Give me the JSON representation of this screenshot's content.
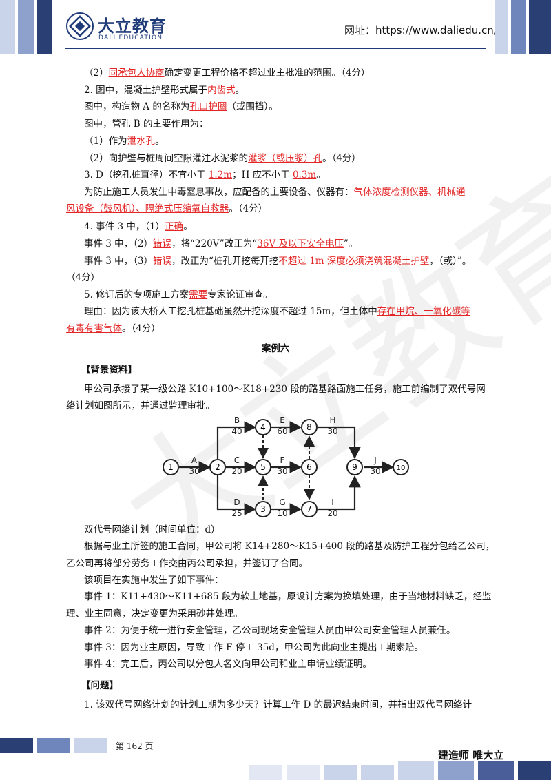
{
  "header": {
    "brand_cn": "大立教育",
    "brand_en": "DALI EDUCATION",
    "website": "网址：https://www.daliedu.cn/"
  },
  "lines": [
    {
      "parts": [
        {
          "t": "（2）"
        },
        {
          "t": "同承包人协商",
          "r": true
        },
        {
          "t": "确定变更工程价格不超过业主批准的范围。（4分）"
        }
      ]
    },
    {
      "parts": [
        {
          "t": "2. 图中，混凝土护壁形式属于"
        },
        {
          "t": "内齿式",
          "r": true
        },
        {
          "t": "。"
        }
      ]
    },
    {
      "parts": [
        {
          "t": "图中，构造物 A 的名称为"
        },
        {
          "t": "孔口护圈",
          "r": true
        },
        {
          "t": "（或围挡）。"
        }
      ]
    },
    {
      "parts": [
        {
          "t": "图中，管孔 B 的主要作用为："
        }
      ]
    },
    {
      "parts": [
        {
          "t": "（1）作为"
        },
        {
          "t": "泄水孔",
          "r": true
        },
        {
          "t": "。"
        }
      ]
    },
    {
      "parts": [
        {
          "t": "（2）向护壁与桩周间空隙灌注水泥浆的"
        },
        {
          "t": "灌浆（或压浆）孔",
          "r": true
        },
        {
          "t": "。（4分）"
        }
      ]
    },
    {
      "parts": [
        {
          "t": "3. D（挖孔桩直径）不宜小于 "
        },
        {
          "t": "1.2m",
          "r": true
        },
        {
          "t": "；H 应不小于 "
        },
        {
          "t": "0.3m",
          "r": true
        },
        {
          "t": "。"
        }
      ]
    },
    {
      "parts": [
        {
          "t": "为防止施工人员发生中毒窒息事故，应配备的主要设备、仪器有："
        },
        {
          "t": "气体浓度检测仪器、机械通",
          "r": true
        }
      ]
    },
    {
      "parts": [
        {
          "t": "风设备（鼓风机）、隔绝式压缩氧自救器",
          "r": true
        },
        {
          "t": "。（4分）"
        }
      ]
    },
    {
      "parts": [
        {
          "t": "4. 事件 3 中，（1）"
        },
        {
          "t": "正确",
          "r": true
        },
        {
          "t": "。"
        }
      ]
    },
    {
      "parts": [
        {
          "t": "事件 3 中，（2）"
        },
        {
          "t": "错误",
          "r": true
        },
        {
          "t": "，将“220V”改正为“"
        },
        {
          "t": "36V 及以下安全电压",
          "r": true
        },
        {
          "t": "”。"
        }
      ]
    },
    {
      "parts": [
        {
          "t": "事件 3 中，（3）"
        },
        {
          "t": "错误",
          "r": true
        },
        {
          "t": "，改正为“桩孔开挖每开挖"
        },
        {
          "t": "不超过 1m 深度必须浇筑混凝土护壁",
          "r": true
        },
        {
          "t": "，（或）”。"
        }
      ]
    },
    {
      "parts": [
        {
          "t": "（4分）"
        }
      ]
    },
    {
      "parts": [
        {
          "t": "5. 修订后的专项施工方案"
        },
        {
          "t": "需要",
          "r": true
        },
        {
          "t": "专家论证审查。"
        }
      ]
    },
    {
      "parts": [
        {
          "t": "理由：因为该大桥人工挖孔桩基础虽然开挖深度不超过 15m，但土体中"
        },
        {
          "t": "存在甲烷、一氧化碳等",
          "r": true
        }
      ]
    },
    {
      "parts": [
        {
          "t": "有毒有害气体",
          "r": true
        },
        {
          "t": "。（4分）"
        }
      ]
    }
  ],
  "case_title": "案例六",
  "background_heading": "【背景资料】",
  "bg_lines": [
    "甲公司承接了某一级公路 K10+100～K18+230 段的路基路面施工任务，施工前编制了双代号网",
    "络计划如图所示，并通过监理审批。"
  ],
  "network": {
    "nodes": [
      "1",
      "2",
      "3",
      "4",
      "5",
      "6",
      "7",
      "8",
      "9",
      "10"
    ],
    "activities": [
      {
        "name": "A",
        "duration": "30"
      },
      {
        "name": "B",
        "duration": "40"
      },
      {
        "name": "C",
        "duration": "20"
      },
      {
        "name": "D",
        "duration": "25"
      },
      {
        "name": "E",
        "duration": "60"
      },
      {
        "name": "F",
        "duration": "30"
      },
      {
        "name": "G",
        "duration": "10"
      },
      {
        "name": "H",
        "duration": "30"
      },
      {
        "name": "I",
        "duration": "20"
      },
      {
        "name": "J",
        "duration": "30"
      }
    ],
    "caption": "双代号网络计划（时间单位：d）"
  },
  "after_lines": [
    "根据与业主所签的施工合同，甲公司将 K14+280～K15+400 段的路基及防护工程分包给乙公司，",
    "乙公司再将部分劳务工作交由丙公司承担，并签订了合同。",
    "该项目在实施中发生了如下事件：",
    "事件 1：K11+430～K11+685 段为软土地基，原设计方案为换填处理，由于当地材料缺乏，经监",
    "理、业主同意，决定变更为采用砂井处理。",
    "事件 2：为便于统一进行安全管理，乙公司现场安全管理人员由甲公司安全管理人员兼任。",
    "事件 3：因为业主原因，导致工作 F 停工 35d，甲公司为此向业主提出工期索赔。",
    "事件 4：完工后，丙公司以分包人名义向甲公司和业主申请业绩证明。"
  ],
  "question_heading": "【问题】",
  "question_line": "1. 该双代号网络计划的计划工期为多少天？计算工作 D 的最迟结束时间，并指出双代号网络计",
  "footer": {
    "page": "第 162 页",
    "slogan": "建造师  唯大立"
  },
  "watermark": "大立教育",
  "colors": {
    "brand": "#1f3a78",
    "answer_red": "#e32626",
    "stripe_light": "#c9d3ea",
    "stripe_mid": "#6f86bd",
    "stripe_dark": "#2a3f73"
  }
}
